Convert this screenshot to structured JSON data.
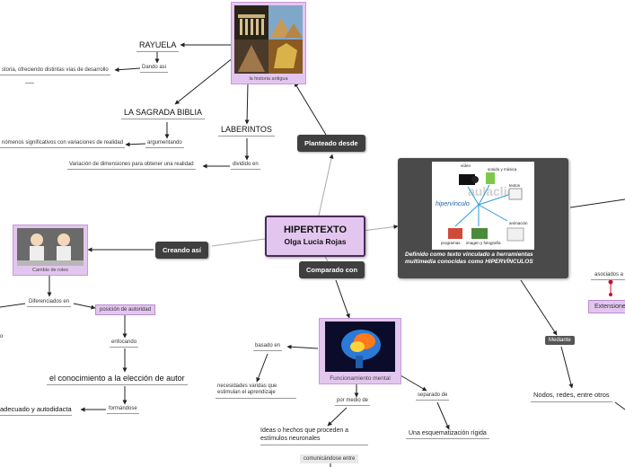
{
  "central": {
    "title": "HIPERTEXTO",
    "subtitle": "Olga Lucia Rojas"
  },
  "connectors": {
    "planteado": "Planteado desde",
    "creando": "Creando así",
    "comparado": "Comparado con",
    "mediante": "Mediante"
  },
  "historia": {
    "caption": "la historia antigua",
    "rayuela": "RAYUELA",
    "dando": "Dando asi",
    "historia_text": "storia, ofreciendo distintas vías de desarrollo",
    "biblia": "LA SAGRADA BIBLIA",
    "argumentando": "argumentando",
    "fenomenos": "nómenos significativos con variaciones de realidad",
    "laberintos": "LABERINTOS",
    "dividido": "dividido en",
    "variacion": "Variación de dimensiones para obtener una realidad"
  },
  "roles": {
    "caption": "Cambio de roles",
    "diferenciados": "Diferenciados en",
    "posicion": "posición de autoridad",
    "o": "o",
    "enfocando": "enfocando",
    "conocimiento": "el conocimiento a la elección de autor",
    "formandose": "formándose",
    "adecuado": "adecuado y autodidacta"
  },
  "brain": {
    "caption": "Funcionamiento mental",
    "basado": "basado en",
    "necesidades": "necesidades varidas que estimulan el aprendizaje",
    "por_medio": "por medio de",
    "ideas": "Ideas o hechos que proceden a estímulos neuronales",
    "comunicandose": "comunicándose entre",
    "separado": "separado de",
    "esquematizacion": "Una esquematización rígida"
  },
  "hyper": {
    "caption": "Definido como texto vinculado a herramientas multimedia conocidas como HIPERVÍNCULOS",
    "labels": {
      "video": "vídeo",
      "sonido": "sonido y música",
      "textos": "textos",
      "hipervinculo": "hipervínculo",
      "programas": "programas",
      "imagen": "imagen y fotografía",
      "animacion": "animación",
      "watermark": "aulaclic"
    }
  },
  "right": {
    "asociados": "asociados a",
    "extension": "Extensione",
    "nodos": "Nodos, redes, entre otros"
  },
  "colors": {
    "purple": "#e3c6ef",
    "dark": "#3f3f3f",
    "central_border": "#4b2a5b",
    "accent_red": "#c8102e"
  }
}
